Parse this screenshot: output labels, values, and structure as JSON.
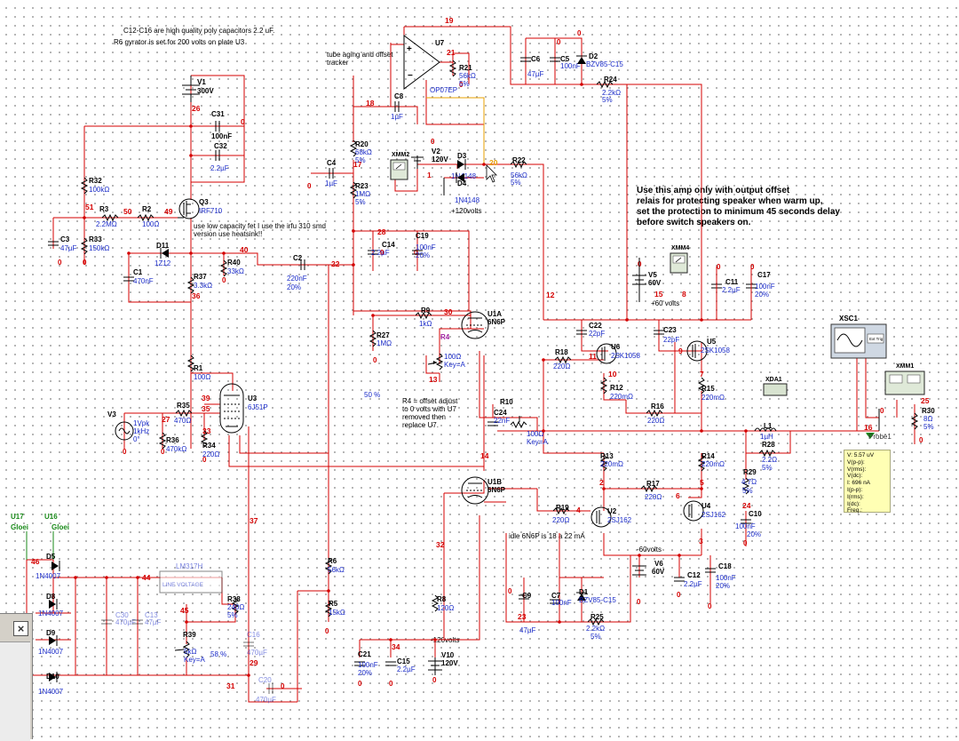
{
  "notes": {
    "caps_note": "C12-C16 are high quality poly capacitors 2.2 uF.",
    "gyrator_note": "R6 gyrator is set for 200 volts on plate U3",
    "tube_note_1": "tube aging and offset",
    "tube_note_2": "tracker",
    "fet_note_1": "use low capacity fet I use the irfu 310 smd",
    "fet_note_2": "version use heatsink!!",
    "warn_1": "Use this amp only with output offset",
    "warn_2": "relais for protecting speaker when warm up,",
    "warn_3": "set the protection to minimum 45 seconds delay",
    "warn_4": "before switch speakers on.",
    "r4_note_1": "R4 = offset adjust",
    "r4_note_2": "to 0 volts with U7",
    "r4_note_3": "removed then",
    "r4_note_4": "replace U7.",
    "idle_note": "idle 6N6P is 18 a 22 mA",
    "pct_50": "50 %",
    "pct_58": "58 %",
    "plus120": "+120volts",
    "plus60": "+60 volts",
    "minus60": "-60volts",
    "minus120": "-120volts"
  },
  "components": {
    "v1": {
      "ref": "V1",
      "value": "300V"
    },
    "c31": {
      "ref": "C31",
      "value": "100nF"
    },
    "c32": {
      "ref": "C32",
      "value": "2.2µF"
    },
    "r32": {
      "ref": "R32",
      "value": "100kΩ"
    },
    "r3": {
      "ref": "R3",
      "value": "2.2MΩ"
    },
    "r2": {
      "ref": "R2",
      "value": "100Ω"
    },
    "q3": {
      "ref": "Q3",
      "value": "IRF710"
    },
    "c3": {
      "ref": "C3",
      "value": "47µF"
    },
    "r33": {
      "ref": "R33",
      "value": "150kΩ"
    },
    "d11": {
      "ref": "D11",
      "value": "1Z12"
    },
    "c1": {
      "ref": "C1",
      "value": "470nF"
    },
    "r40": {
      "ref": "R40",
      "value": "33kΩ"
    },
    "r37": {
      "ref": "R37",
      "value": "3.3kΩ"
    },
    "c2": {
      "ref": "C2",
      "value": "220nF",
      "tol": "20%"
    },
    "r1": {
      "ref": "R1",
      "value": "100Ω"
    },
    "v3": {
      "ref": "V3",
      "value": "1Vpk",
      "freq": "1kHz",
      "phase": "0°"
    },
    "r35": {
      "ref": "R35",
      "value": "470Ω"
    },
    "r36": {
      "ref": "R36",
      "value": "470kΩ"
    },
    "r34": {
      "ref": "R34",
      "value": "220Ω"
    },
    "u3": {
      "ref": "U3",
      "value": "6J51P"
    },
    "u7": {
      "ref": "U7",
      "value": "OP07EP"
    },
    "r21": {
      "ref": "R21",
      "value": "56kΩ",
      "tol": "5%"
    },
    "c8": {
      "ref": "C8",
      "value": "1µF"
    },
    "r20": {
      "ref": "R20",
      "value": "68kΩ",
      "tol": "5%"
    },
    "c4": {
      "ref": "C4",
      "value": "1µF"
    },
    "r23": {
      "ref": "R23",
      "value": "1MΩ",
      "tol": "5%"
    },
    "xmm2": {
      "ref": "XMM2"
    },
    "v2": {
      "ref": "V2",
      "value": "120V"
    },
    "d3": {
      "ref": "D3",
      "value": "1N4148"
    },
    "d4": {
      "ref": "D4",
      "value": "1N4148"
    },
    "r22": {
      "ref": "R22",
      "value": "56kΩ",
      "tol": "5%"
    },
    "c6": {
      "ref": "C6",
      "value": "47µF"
    },
    "c5": {
      "ref": "C5",
      "value": "100nF"
    },
    "d2": {
      "ref": "D2",
      "value": "BZV85-C15"
    },
    "r24": {
      "ref": "R24",
      "value": "2.2kΩ",
      "tol": "5%"
    },
    "c14": {
      "ref": "C14",
      "value": "2.2µF"
    },
    "c19": {
      "ref": "C19",
      "value": "100nF",
      "tol": "20%"
    },
    "r27": {
      "ref": "R27",
      "value": "1MΩ"
    },
    "r9": {
      "ref": "R9",
      "value": "1kΩ"
    },
    "u1a": {
      "ref": "U1A",
      "value": "6N6P"
    },
    "r4": {
      "ref": "R4",
      "value": "100Ω",
      "key": "Key=A"
    },
    "r10": {
      "ref": "R10",
      "value": "100Ω",
      "key": "Key=A"
    },
    "c24": {
      "ref": "C24",
      "value": "22nF"
    },
    "u1b": {
      "ref": "U1B",
      "value": "6N6P"
    },
    "c22": {
      "ref": "C22",
      "value": "22pF"
    },
    "r18": {
      "ref": "R18",
      "value": "220Ω"
    },
    "u6": {
      "ref": "U6",
      "value": "2SK1058"
    },
    "c23": {
      "ref": "C23",
      "value": "22pF"
    },
    "u5": {
      "ref": "U5",
      "value": "2SK1058"
    },
    "r12": {
      "ref": "R12",
      "value": "220mΩ"
    },
    "r16": {
      "ref": "R16",
      "value": "220Ω"
    },
    "r15": {
      "ref": "R15",
      "value": "220mΩ"
    },
    "v5": {
      "ref": "V5",
      "value": "60V"
    },
    "xmm4": {
      "ref": "XMM4"
    },
    "c11": {
      "ref": "C11",
      "value": "2.2µF"
    },
    "c17": {
      "ref": "C17",
      "value": "100nF",
      "tol": "20%"
    },
    "xsc1": {
      "ref": "XSC1"
    },
    "xmm1": {
      "ref": "XMM1"
    },
    "xda1": {
      "ref": "XDA1"
    },
    "l1": {
      "ref": "L1",
      "value": "1µH"
    },
    "r28": {
      "ref": "R28",
      "value": "2.2Ω",
      "tol": "5%"
    },
    "r30": {
      "ref": "R30",
      "value": "8Ω",
      "tol": "5%"
    },
    "r29": {
      "ref": "R29",
      "value": "4.7Ω",
      "tol": "5%"
    },
    "c10": {
      "ref": "C10",
      "value": "100nF",
      "tol": "20%"
    },
    "r13": {
      "ref": "R13",
      "value": "220mΩ"
    },
    "r14": {
      "ref": "R14",
      "value": "220mΩ"
    },
    "r17": {
      "ref": "R17",
      "value": "220Ω"
    },
    "r19": {
      "ref": "R19",
      "value": "220Ω"
    },
    "u2": {
      "ref": "U2",
      "value": "2SJ162"
    },
    "u4": {
      "ref": "U4",
      "value": "2SJ162"
    },
    "v6": {
      "ref": "V6",
      "value": "60V"
    },
    "c12": {
      "ref": "C12",
      "value": "2.2µF"
    },
    "c18": {
      "ref": "C18",
      "value": "100nF",
      "tol": "20%"
    },
    "r6": {
      "ref": "R6",
      "value": "56kΩ"
    },
    "r5": {
      "ref": "R5",
      "value": "15kΩ"
    },
    "r8": {
      "ref": "R8",
      "value": "120Ω"
    },
    "c9": {
      "ref": "C9",
      "value": "47µF"
    },
    "c7": {
      "ref": "C7",
      "value": "100nF"
    },
    "d1": {
      "ref": "D1",
      "value": "BZV85-C15"
    },
    "r25": {
      "ref": "R25",
      "value": "2.2kΩ",
      "tol": "5%"
    },
    "c21": {
      "ref": "C21",
      "value": "100nF",
      "tol": "20%"
    },
    "c15": {
      "ref": "C15",
      "value": "2.2µF"
    },
    "v10": {
      "ref": "V10",
      "value": "120V"
    },
    "u17": {
      "ref": "U17",
      "value": "Gloei"
    },
    "u16": {
      "ref": "U16",
      "value": "Gloei"
    },
    "d5": {
      "ref": "D5",
      "value": "1N4007"
    },
    "d8": {
      "ref": "D8",
      "value": "1N4007"
    },
    "d9": {
      "ref": "D9",
      "value": "1N4007"
    },
    "d10": {
      "ref": "D10",
      "value": "1N4007"
    },
    "c30": {
      "ref": "C30",
      "value": "470µF"
    },
    "c13": {
      "ref": "C13",
      "value": "47µF"
    },
    "lm317": {
      "ref": "LM317H",
      "value": "LINE VOLTAGE"
    },
    "r38": {
      "ref": "R38",
      "value": "240Ω",
      "tol": "5%"
    },
    "r39": {
      "ref": "R39",
      "value": "5kΩ",
      "key": "Key=A"
    },
    "c16": {
      "ref": "C16",
      "value": "470µF"
    },
    "c20": {
      "ref": "C20",
      "value": "470µF"
    }
  },
  "nets": {
    "n19": "19",
    "n26": "26",
    "n0": "0",
    "n51": "51",
    "n50": "50",
    "n49": "49",
    "n40": "40",
    "n36": "36",
    "n22": "22",
    "n39": "39",
    "n35": "35",
    "n27": "27",
    "n33": "33",
    "n18": "18",
    "n21": "21",
    "n17": "17",
    "n1": "1",
    "n20": "20",
    "n28": "28",
    "n30": "30",
    "n13": "13",
    "n12": "12",
    "n11": "11",
    "n9": "9",
    "n10": "10",
    "n7": "7",
    "n15": "15",
    "n8": "8",
    "n16": "16",
    "n25": "25",
    "n24": "24",
    "n14": "14",
    "n2": "2",
    "n4": "4",
    "n6": "6",
    "n5": "5",
    "n3": "3",
    "n32": "32",
    "n34": "34",
    "n23": "23",
    "n37": "37",
    "n44": "44",
    "n45": "45",
    "n29": "29",
    "n46": "46",
    "n31": "31"
  },
  "probe": {
    "name": "Probe1",
    "lines": [
      "V: 5.57 uV",
      "V(p-p):",
      "V(rms):",
      "V(dc):",
      "I: 696 nA",
      "I(p-p):",
      "I(rms):",
      "I(dc):",
      "Freq.:"
    ]
  },
  "instrument_labels": {
    "ext_trig": "Ext Trig"
  },
  "dialog": {
    "close_glyph": "×"
  },
  "colors": {
    "wire": "#d40000",
    "value_text": "#1a2bc8",
    "feedback_wire": "#e8a000",
    "probe_bg": "#ffffb4",
    "lamp_green": "#1a8a1a"
  }
}
